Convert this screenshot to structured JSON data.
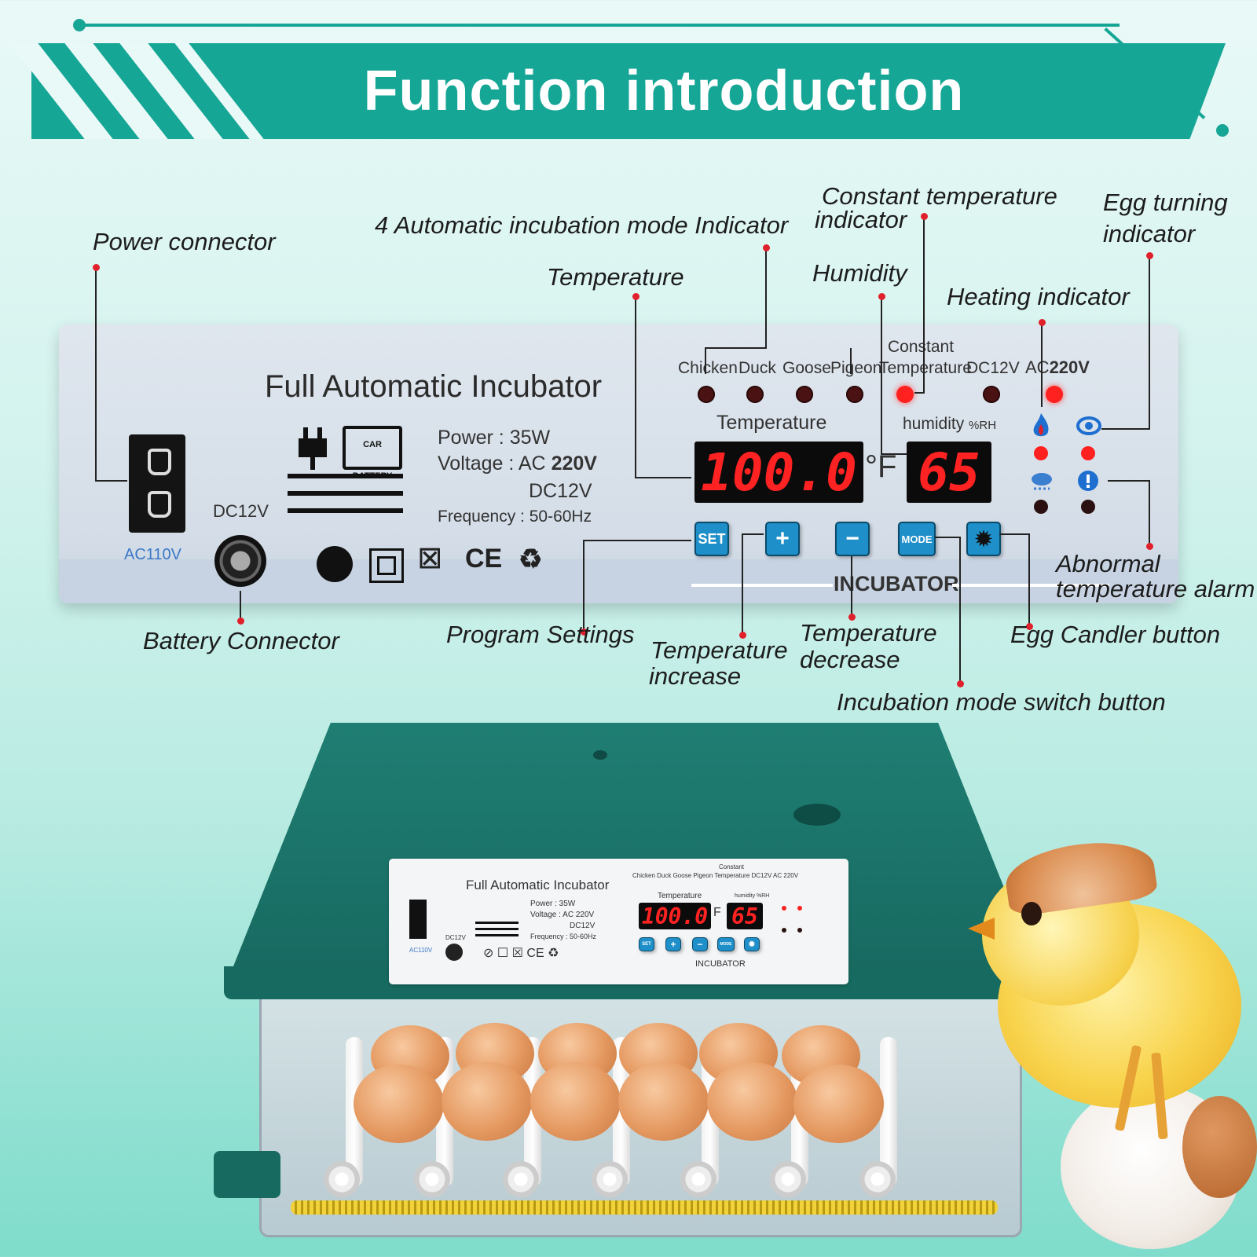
{
  "banner": {
    "title": "Function introduction"
  },
  "annotations": {
    "power_connector": "Power connector",
    "mode_indicator": "4 Automatic incubation mode Indicator",
    "constant_temp_indicator_1": "Constant temperature",
    "constant_temp_indicator_2": "indicator",
    "egg_turning_1": "Egg turning",
    "egg_turning_2": "indicator",
    "temperature": "Temperature",
    "humidity": "Humidity",
    "heating_indicator": "Heating indicator",
    "battery_connector": "Battery Connector",
    "program_settings": "Program Settings",
    "temp_increase_1": "Temperature",
    "temp_increase_2": "increase",
    "temp_decrease_1": "Temperature",
    "temp_decrease_2": "decrease",
    "mode_switch": "Incubation mode switch button",
    "egg_candler": "Egg Candler button",
    "alarm_1": "Abnormal",
    "alarm_2": "temperature alarm"
  },
  "panel": {
    "title": "Full Automatic Incubator",
    "power": "Power : 35W",
    "voltage": "Voltage : AC",
    "voltage_ac": "220V",
    "voltage_dc": "DC12V",
    "frequency": "Frequency : 50-60Hz",
    "dc_label": "DC12V",
    "ac_label": "AC110V",
    "battery_badge": "CAR BATTERY",
    "modes": [
      "Chicken",
      "Duck",
      "Goose",
      "Pigeon"
    ],
    "constant_1": "Constant",
    "constant_2": "Temperature",
    "dc12v": "DC12V",
    "ac_prefix": "AC",
    "ac220v": "220V",
    "temperature_label": "Temperature",
    "temperature_value": "100.0",
    "temperature_unit": "°F",
    "humidity_label": "humidity",
    "humidity_unit": "%RH",
    "humidity_value": "65",
    "incubator_label": "INCUBATOR",
    "keys": {
      "set": "SET",
      "plus": "+",
      "minus": "−",
      "mode": "MODE"
    },
    "certs": {
      "ce": "CE",
      "recycle": "♻"
    }
  },
  "mini_panel": {
    "title": "Full Automatic Incubator",
    "power": "Power : 35W",
    "voltage": "Voltage : AC 220V",
    "voltage_dc": "DC12V",
    "frequency": "Frequency : 50-60Hz",
    "dc_label": "DC12V",
    "ac_label": "AC110V",
    "modes_line": "Chicken  Duck  Goose  Pigeon  Temperature  DC12V  AC 220V",
    "constant": "Constant",
    "temperature_label": "Temperature",
    "humidity_label": "humidity %RH",
    "temperature_value": "100.0",
    "temperature_unit": "F",
    "humidity_value": "65",
    "incubator_label": "INCUBATOR",
    "keys": {
      "set": "SET",
      "plus": "+",
      "minus": "−",
      "mode": "MODE"
    },
    "certs": "⊘ ☐ ☒ CE ♻"
  },
  "colors": {
    "banner": "#16a696",
    "pointer": "#e0202a",
    "led_red": "#ff2222",
    "key_blue": "#1e8fc8",
    "lid_green": "#1f7e73"
  },
  "icons": [
    "plug-icon",
    "battery-icon",
    "flame-icon",
    "rain-icon",
    "turn-icon",
    "alert-icon",
    "bulb-icon",
    "recycle-icon"
  ]
}
